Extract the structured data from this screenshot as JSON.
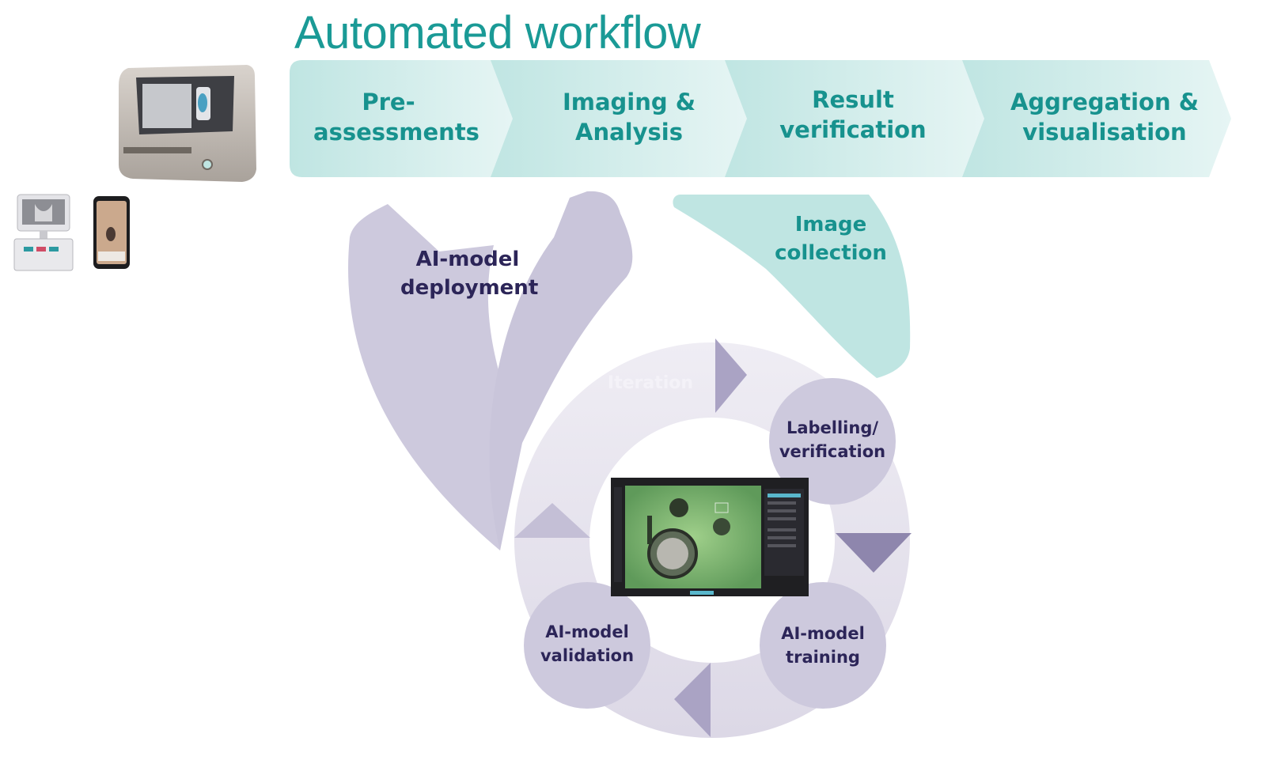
{
  "title": "Automated workflow",
  "workflow_stages": [
    {
      "label": "Pre-\nassessments"
    },
    {
      "label": "Imaging &\nAnalysis"
    },
    {
      "label": "Result\nverification"
    },
    {
      "label": "Aggregation &\nvisualisation"
    }
  ],
  "loop": {
    "deployment_label": "AI-model\ndeployment",
    "collection_label": "Image\ncollection",
    "iteration_label": "Iteration",
    "steps": [
      {
        "label": "Labelling/\nverification"
      },
      {
        "label": "AI-model\ntraining"
      },
      {
        "label": "AI-model\nvalidation"
      }
    ]
  },
  "colors": {
    "teal_text": "#17928e",
    "title": "#1a9a96",
    "chevron_light": "#e3f3f2",
    "chevron_dark": "#bfe5e2",
    "purple": "#ccc8dc",
    "purple_dark": "#8e86ad",
    "navy_text": "#2c2558"
  },
  "icons": [
    "analyzer-device-icon",
    "kiosk-device-icon",
    "smartphone-icon",
    "software-screenshot-icon"
  ]
}
